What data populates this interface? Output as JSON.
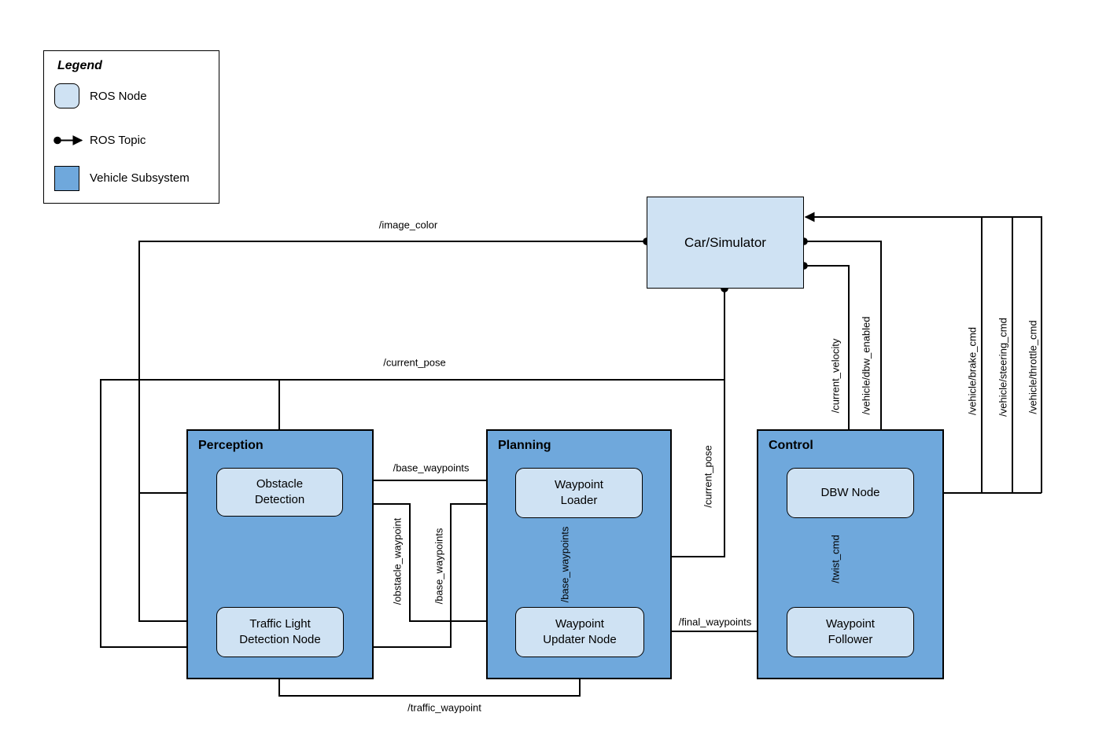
{
  "legend": {
    "title": "Legend",
    "items": [
      {
        "swatch": "ros-node",
        "label": "ROS Node"
      },
      {
        "swatch": "ros-topic",
        "label": "ROS Topic"
      },
      {
        "swatch": "vehicle-subsystem",
        "label": "Vehicle Subsystem"
      }
    ]
  },
  "subsystems": {
    "perception": {
      "title": "Perception"
    },
    "planning": {
      "title": "Planning"
    },
    "control": {
      "title": "Control"
    }
  },
  "nodes": {
    "car_simulator": "Car/Simulator",
    "obstacle_detection": "Obstacle\nDetection",
    "traffic_light_detection": "Traffic Light\nDetection Node",
    "waypoint_loader": "Waypoint\nLoader",
    "waypoint_updater": "Waypoint\nUpdater Node",
    "dbw_node": "DBW Node",
    "waypoint_follower": "Waypoint\nFollower"
  },
  "topics": {
    "image_color": "/image_color",
    "current_pose": "/current_pose",
    "base_waypoints": "/base_waypoints",
    "obstacle_waypoint": "/obstacle_waypoint",
    "traffic_waypoint": "/traffic_waypoint",
    "final_waypoints": "/final_waypoints",
    "twist_cmd": "/twist_cmd",
    "current_velocity": "/current_velocity",
    "dbw_enabled": "/vehicle/dbw_enabled",
    "brake_cmd": "/vehicle/brake_cmd",
    "steering_cmd": "/vehicle/steering_cmd",
    "throttle_cmd": "/vehicle/throttle_cmd"
  },
  "colors": {
    "ros_node_fill": "#cfe2f3",
    "subsystem_fill": "#6fa8dc",
    "line": "#000000",
    "background": "#ffffff"
  }
}
